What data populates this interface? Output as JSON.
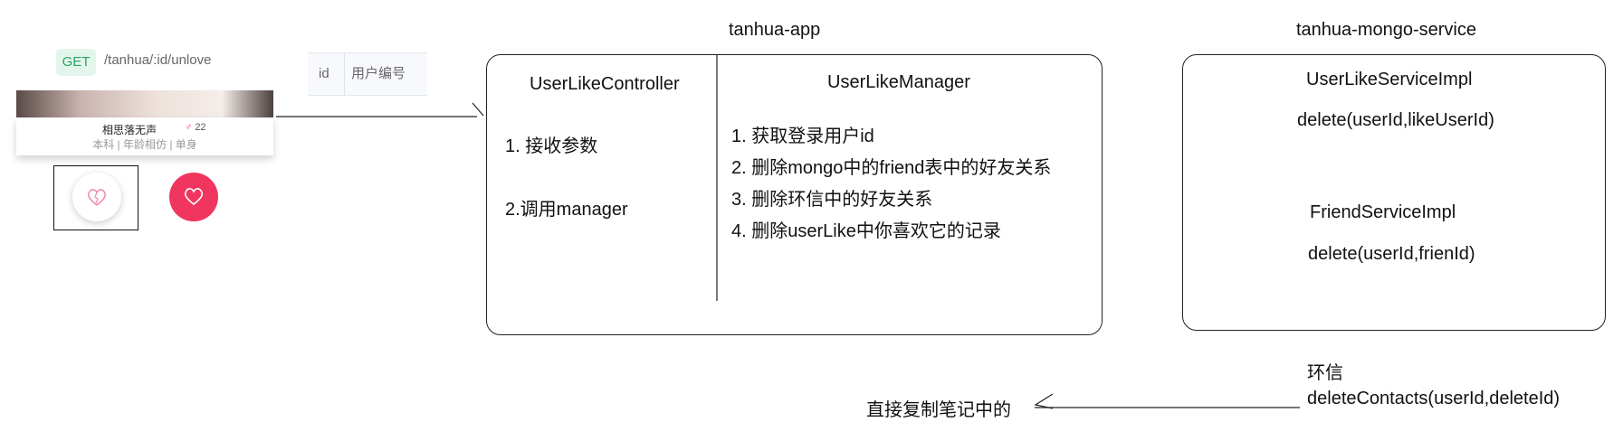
{
  "api": {
    "method": "GET",
    "path": "/tanhua/:id/unlove",
    "param_name": "id",
    "param_desc": "用户编号"
  },
  "card": {
    "name": "相思落无声",
    "age": "22",
    "tags": "本科 | 年龄相仿 | 单身"
  },
  "app": {
    "title": "tanhua-app",
    "controller": {
      "title": "UserLikeController",
      "steps": [
        "1. 接收参数",
        "2.调用manager"
      ]
    },
    "manager": {
      "title": "UserLikeManager",
      "steps": [
        "1. 获取登录用户id",
        "2. 删除mongo中的friend表中的好友关系",
        "3. 删除环信中的好友关系",
        "4. 删除userLike中你喜欢它的记录"
      ]
    }
  },
  "mongo_service": {
    "title": "tanhua-mongo-service",
    "like_impl": "UserLikeServiceImpl",
    "like_method": "delete(userId,likeUserId)",
    "friend_impl": "FriendServiceImpl",
    "friend_method": "delete(userId,frienId)"
  },
  "huanxin": {
    "title": "环信",
    "method": "deleteContacts(userId,deleteId)"
  },
  "note": "直接复制笔记中的",
  "colors": {
    "get_badge_bg": "#e3f6ec",
    "get_badge_text": "#27a363",
    "love_button": "#f0355f"
  }
}
